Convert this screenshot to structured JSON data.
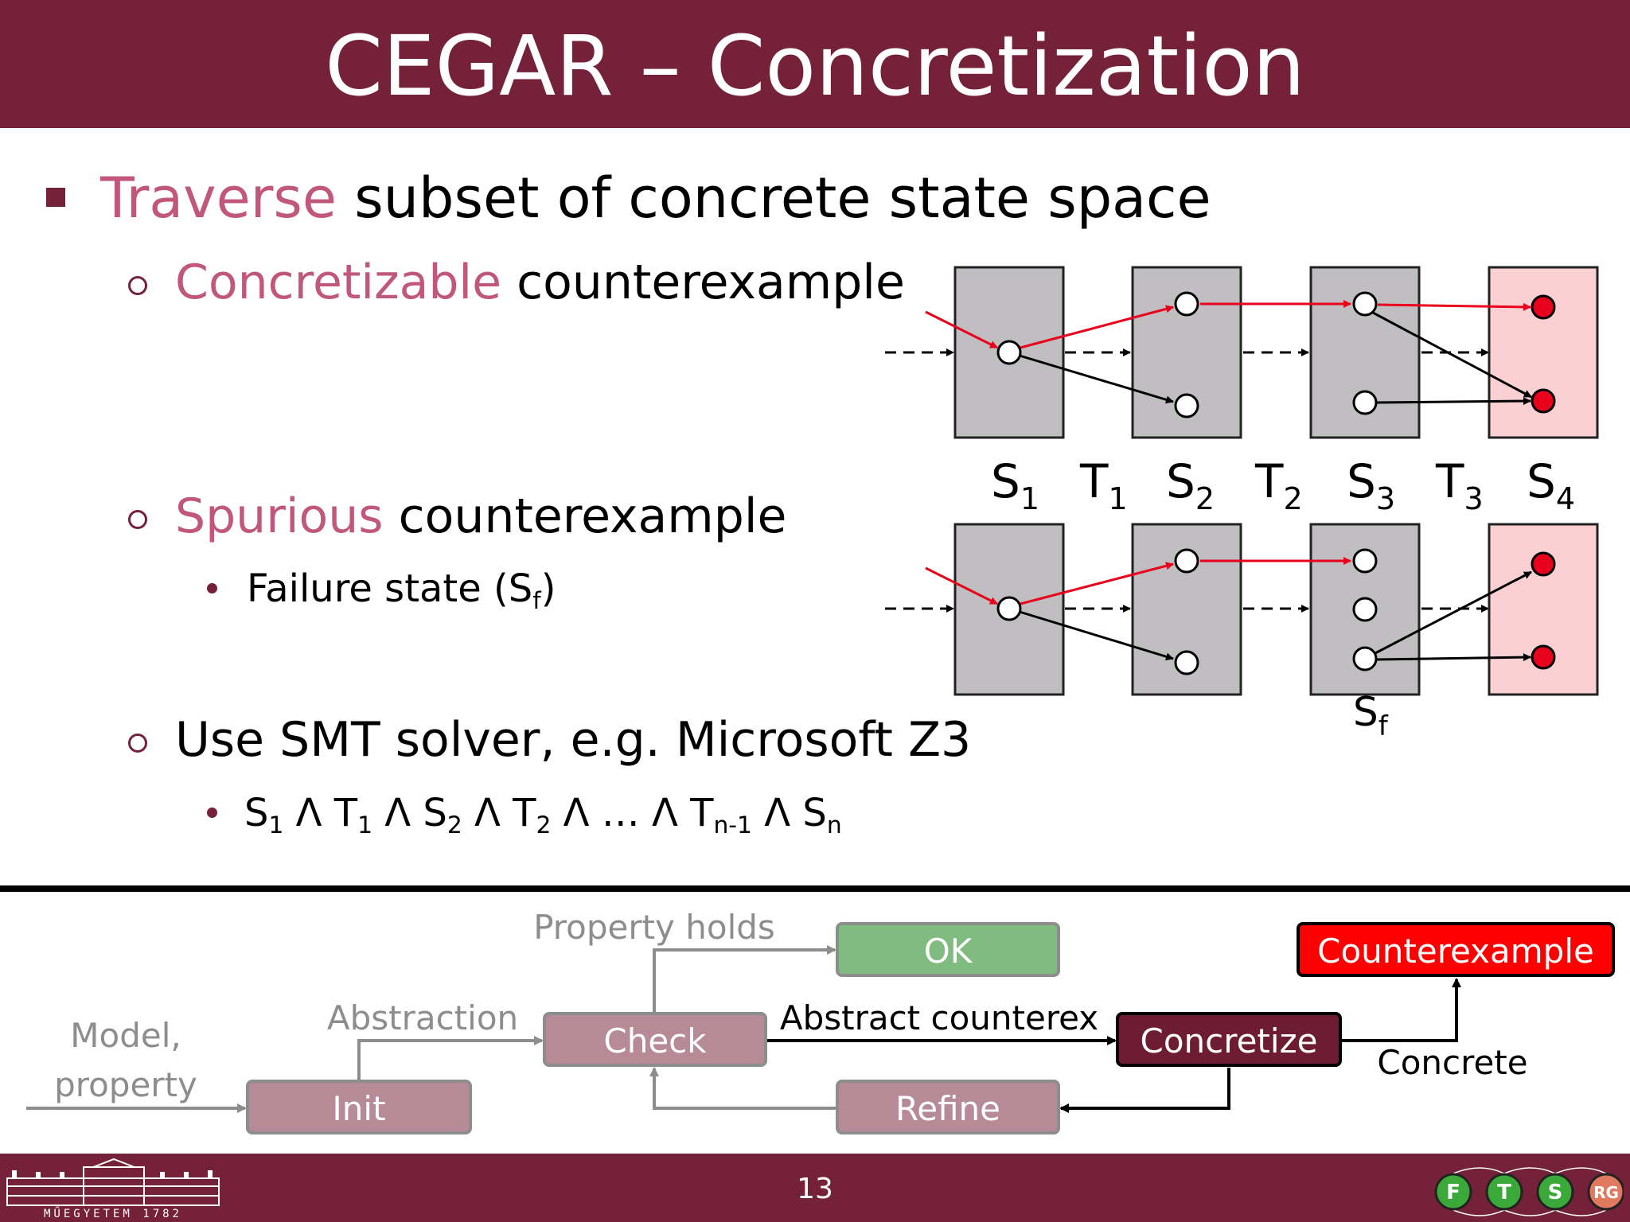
{
  "title": "CEGAR – Concretization",
  "bullets": {
    "b1_highlight": "Traverse",
    "b1_rest": " subset of concrete state space",
    "b2_highlight": "Concretizable",
    "b2_rest": " counterexample",
    "b3_highlight": "Spurious",
    "b3_rest": " counterexample",
    "b3_sub_text": "Failure state (S",
    "b3_sub_subscript": "f",
    "b3_sub_close": ")",
    "b4_text": "Use SMT solver, e.g. Microsoft Z3",
    "formula": {
      "s1": "S",
      "s1_sub": "1",
      "and1": " Λ ",
      "t1": "T",
      "t1_sub": "1",
      "and2": " Λ ",
      "s2": "S",
      "s2_sub": "2",
      "and3": " Λ ",
      "t2": "T",
      "t2_sub": "2",
      "and4": " Λ … Λ ",
      "tn": "T",
      "tn_sub": "n-1",
      "and5": " Λ ",
      "sn": "S",
      "sn_sub": "n"
    }
  },
  "diagram": {
    "labels": [
      {
        "main": "S",
        "sub": "1"
      },
      {
        "main": "T",
        "sub": "1"
      },
      {
        "main": "S",
        "sub": "2"
      },
      {
        "main": "T",
        "sub": "2"
      },
      {
        "main": "S",
        "sub": "3"
      },
      {
        "main": "T",
        "sub": "3"
      },
      {
        "main": "S",
        "sub": "4"
      }
    ],
    "failure_label": {
      "main": "S",
      "sub": "f"
    },
    "colors": {
      "state_box": "#c0bec1",
      "final_box": "#fbd0d2",
      "error_state": "#e8001c",
      "counterexample_edge": "#e8001c"
    }
  },
  "flow": {
    "model_property_1": "Model,",
    "model_property_2": "property",
    "abstraction": "Abstraction",
    "property_holds": "Property holds",
    "abstract_counterex": "Abstract counterex",
    "concrete": "Concrete",
    "init": "Init",
    "check": "Check",
    "ok": "OK",
    "refine": "Refine",
    "concretize": "Concretize",
    "counterexample": "Counterexample",
    "colors": {
      "inactive_box": "#b68a97",
      "ok_box": "#80bb80",
      "concretize_box": "#6e1c34",
      "counterexample_box": "#ff0000"
    }
  },
  "footer": {
    "page_number": "13",
    "logo_left_text": "MŰEGYETEM 1782",
    "logo_right_letters": [
      "F",
      "T",
      "S",
      "RG"
    ]
  }
}
